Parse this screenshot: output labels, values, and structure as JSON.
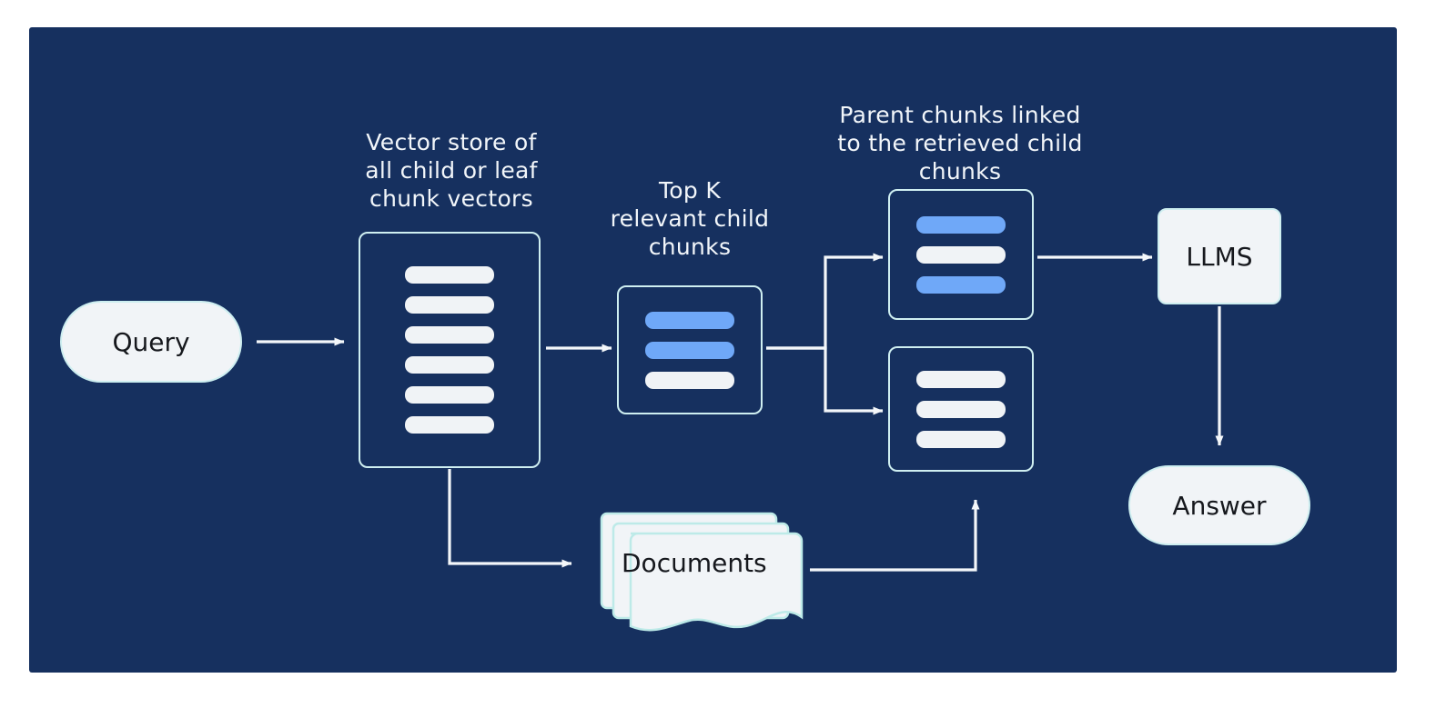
{
  "diagram": {
    "title": "Parent Document Retriever RAG flow",
    "background_color": "#16305f",
    "page_background": "#ffffff",
    "node_fill": "#f1f4f7",
    "node_border": "#cdeef0",
    "accent_blue": "#6fa8f8",
    "label_color": "#f2f6fa",
    "wire_color": "#f4f7fa"
  },
  "labels": {
    "vector_store": "Vector store  of\nall child or leaf\nchunk vectors",
    "top_k": "Top K\nrelevant child\nchunks",
    "parent_chunks": "Parent chunks linked\nto the retrieved child\nchunks"
  },
  "nodes": {
    "query": "Query",
    "llms": "LLMS",
    "answer": "Answer",
    "documents": "Documents"
  },
  "boxes": {
    "vector_store_bars": [
      "white",
      "white",
      "white",
      "white",
      "white",
      "white"
    ],
    "top_k_bars": [
      "blue",
      "blue",
      "white"
    ],
    "parent_upper_bars": [
      "blue",
      "white",
      "blue"
    ],
    "parent_lower_bars": [
      "white",
      "white",
      "white"
    ]
  },
  "edges": [
    {
      "from": "query",
      "to": "vector-store",
      "type": "arrow"
    },
    {
      "from": "vector-store",
      "to": "top-k",
      "type": "arrow"
    },
    {
      "from": "vector-store",
      "to": "documents",
      "type": "elbow-arrow"
    },
    {
      "from": "top-k",
      "to": "parent-chunks-upper",
      "type": "split-arrow"
    },
    {
      "from": "top-k",
      "to": "parent-chunks-lower",
      "type": "split-arrow"
    },
    {
      "from": "documents",
      "to": "parent-chunks-lower",
      "type": "elbow-arrow"
    },
    {
      "from": "parent-chunks-upper",
      "to": "llms",
      "type": "arrow"
    },
    {
      "from": "llms",
      "to": "answer",
      "type": "arrow"
    }
  ]
}
